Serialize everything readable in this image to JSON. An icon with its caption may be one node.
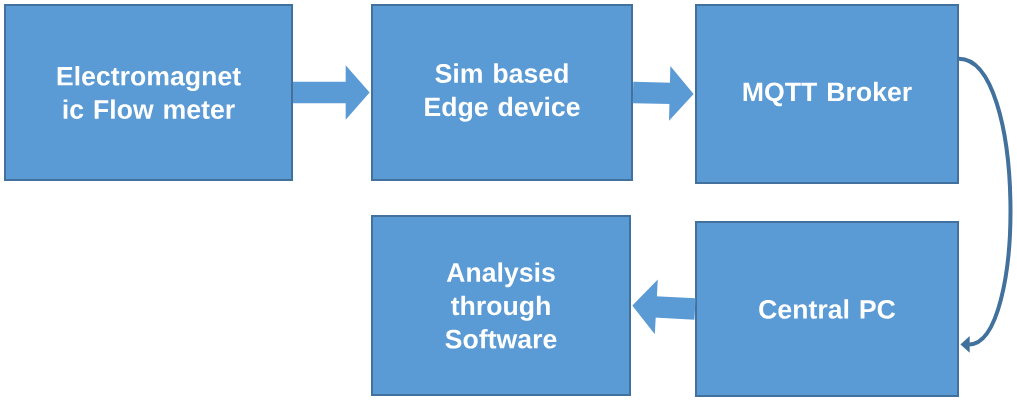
{
  "diagram": {
    "nodes": [
      {
        "text": [
          "Electromagnet ic Flow meter"
        ]
      },
      {
        "text": [
          "Sim based Edge device"
        ]
      },
      {
        "text": [
          "MQTT Broker"
        ]
      },
      {
        "text": [
          "Analysis through Software"
        ]
      },
      {
        "text": [
          "Central PC"
        ]
      }
    ],
    "edges": [
      {
        "from": 0,
        "to": 1,
        "arrow": "to"
      },
      {
        "from": 1,
        "to": 2,
        "arrow": "to"
      },
      {
        "from": 2,
        "to": 4,
        "arrow": "to"
      },
      {
        "from": 4,
        "to": 3,
        "arrow": "to"
      }
    ]
  }
}
